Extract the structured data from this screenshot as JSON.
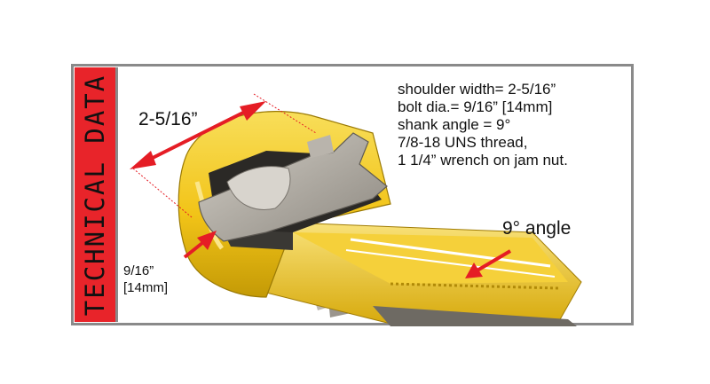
{
  "side_tab": {
    "label": "TECHNICAL DATA",
    "color": "#e8242a"
  },
  "specs": [
    "shoulder width= 2-5/16”",
    "bolt dia.= 9/16” [14mm]",
    "shank angle = 9°",
    "7/8-18 UNS thread,",
    "1 1/4” wrench on jam nut."
  ],
  "callouts": {
    "shoulder_width": "2-5/16”",
    "angle": "9° angle",
    "bolt_line1": "9/16”",
    "bolt_line2": "[14mm]"
  },
  "colors": {
    "body_yellow": "#f2c418",
    "arrow_red": "#e51d25",
    "frame_gray": "#8a8a8a",
    "metal_gray": "#a7a29a"
  }
}
